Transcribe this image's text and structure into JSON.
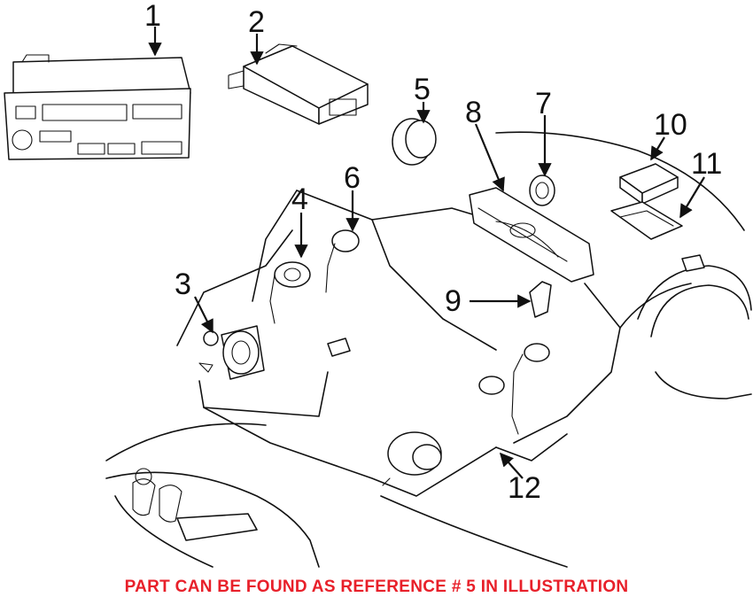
{
  "callouts": [
    {
      "number": "1"
    },
    {
      "number": "2"
    },
    {
      "number": "3"
    },
    {
      "number": "4"
    },
    {
      "number": "5"
    },
    {
      "number": "6"
    },
    {
      "number": "7"
    },
    {
      "number": "8"
    },
    {
      "number": "9"
    },
    {
      "number": "10"
    },
    {
      "number": "11"
    },
    {
      "number": "12"
    }
  ],
  "footer_note": "PART CAN BE FOUND AS REFERENCE # 5 IN ILLUSTRATION",
  "colors": {
    "line": "#111111",
    "footer_text": "#e8202a",
    "background": "#ffffff"
  }
}
